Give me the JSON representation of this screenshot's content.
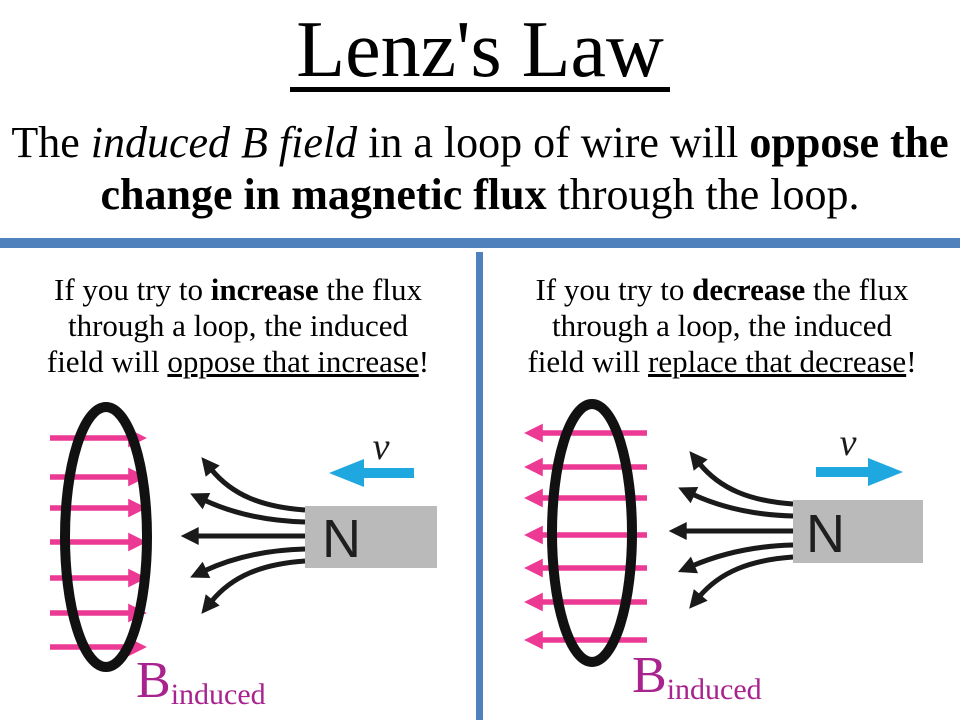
{
  "title": "Lenz's Law",
  "subtitle": {
    "seg_normal_1": "The ",
    "seg_italic": "induced B field",
    "seg_normal_2": " in a loop of wire will ",
    "seg_bold_line1": "oppose the",
    "seg_bold_line2": "change in magnetic flux",
    "seg_normal_3": " through the loop."
  },
  "left_panel": {
    "caption": {
      "line1_pre": "If you try to ",
      "line1_bold": "increase",
      "line1_post": " the flux",
      "line2": "through a loop, the induced",
      "line3_pre": "field will ",
      "line3_underline": "oppose that increase",
      "line3_post": "!"
    },
    "diagram": {
      "velocity_label": "v",
      "pole_label": "N",
      "b_label": "B",
      "b_subscript": "induced",
      "magnet_velocity_direction": "left",
      "induced_flux_arrow_direction": "right",
      "flux_arrow_count": 7,
      "field_line_count": 5
    }
  },
  "right_panel": {
    "caption": {
      "line1_pre": "If you try to ",
      "line1_bold": "decrease",
      "line1_post": " the flux",
      "line2": "through a loop, the induced",
      "line3_pre": "field will ",
      "line3_underline": "replace that decrease",
      "line3_post": "!"
    },
    "diagram": {
      "velocity_label": "v",
      "pole_label": "N",
      "b_label": "B",
      "b_subscript": "induced",
      "magnet_velocity_direction": "right",
      "induced_flux_arrow_direction": "left",
      "flux_arrow_count": 7,
      "field_line_count": 5
    }
  },
  "colors": {
    "divider_blue": "#4F81BD",
    "flux_arrow_pink": "#EC3A94",
    "b_label_magenta": "#A8238E",
    "velocity_cyan": "#1FA8E0",
    "magnet_gray": "#BABABA",
    "ink_black": "#000000"
  }
}
